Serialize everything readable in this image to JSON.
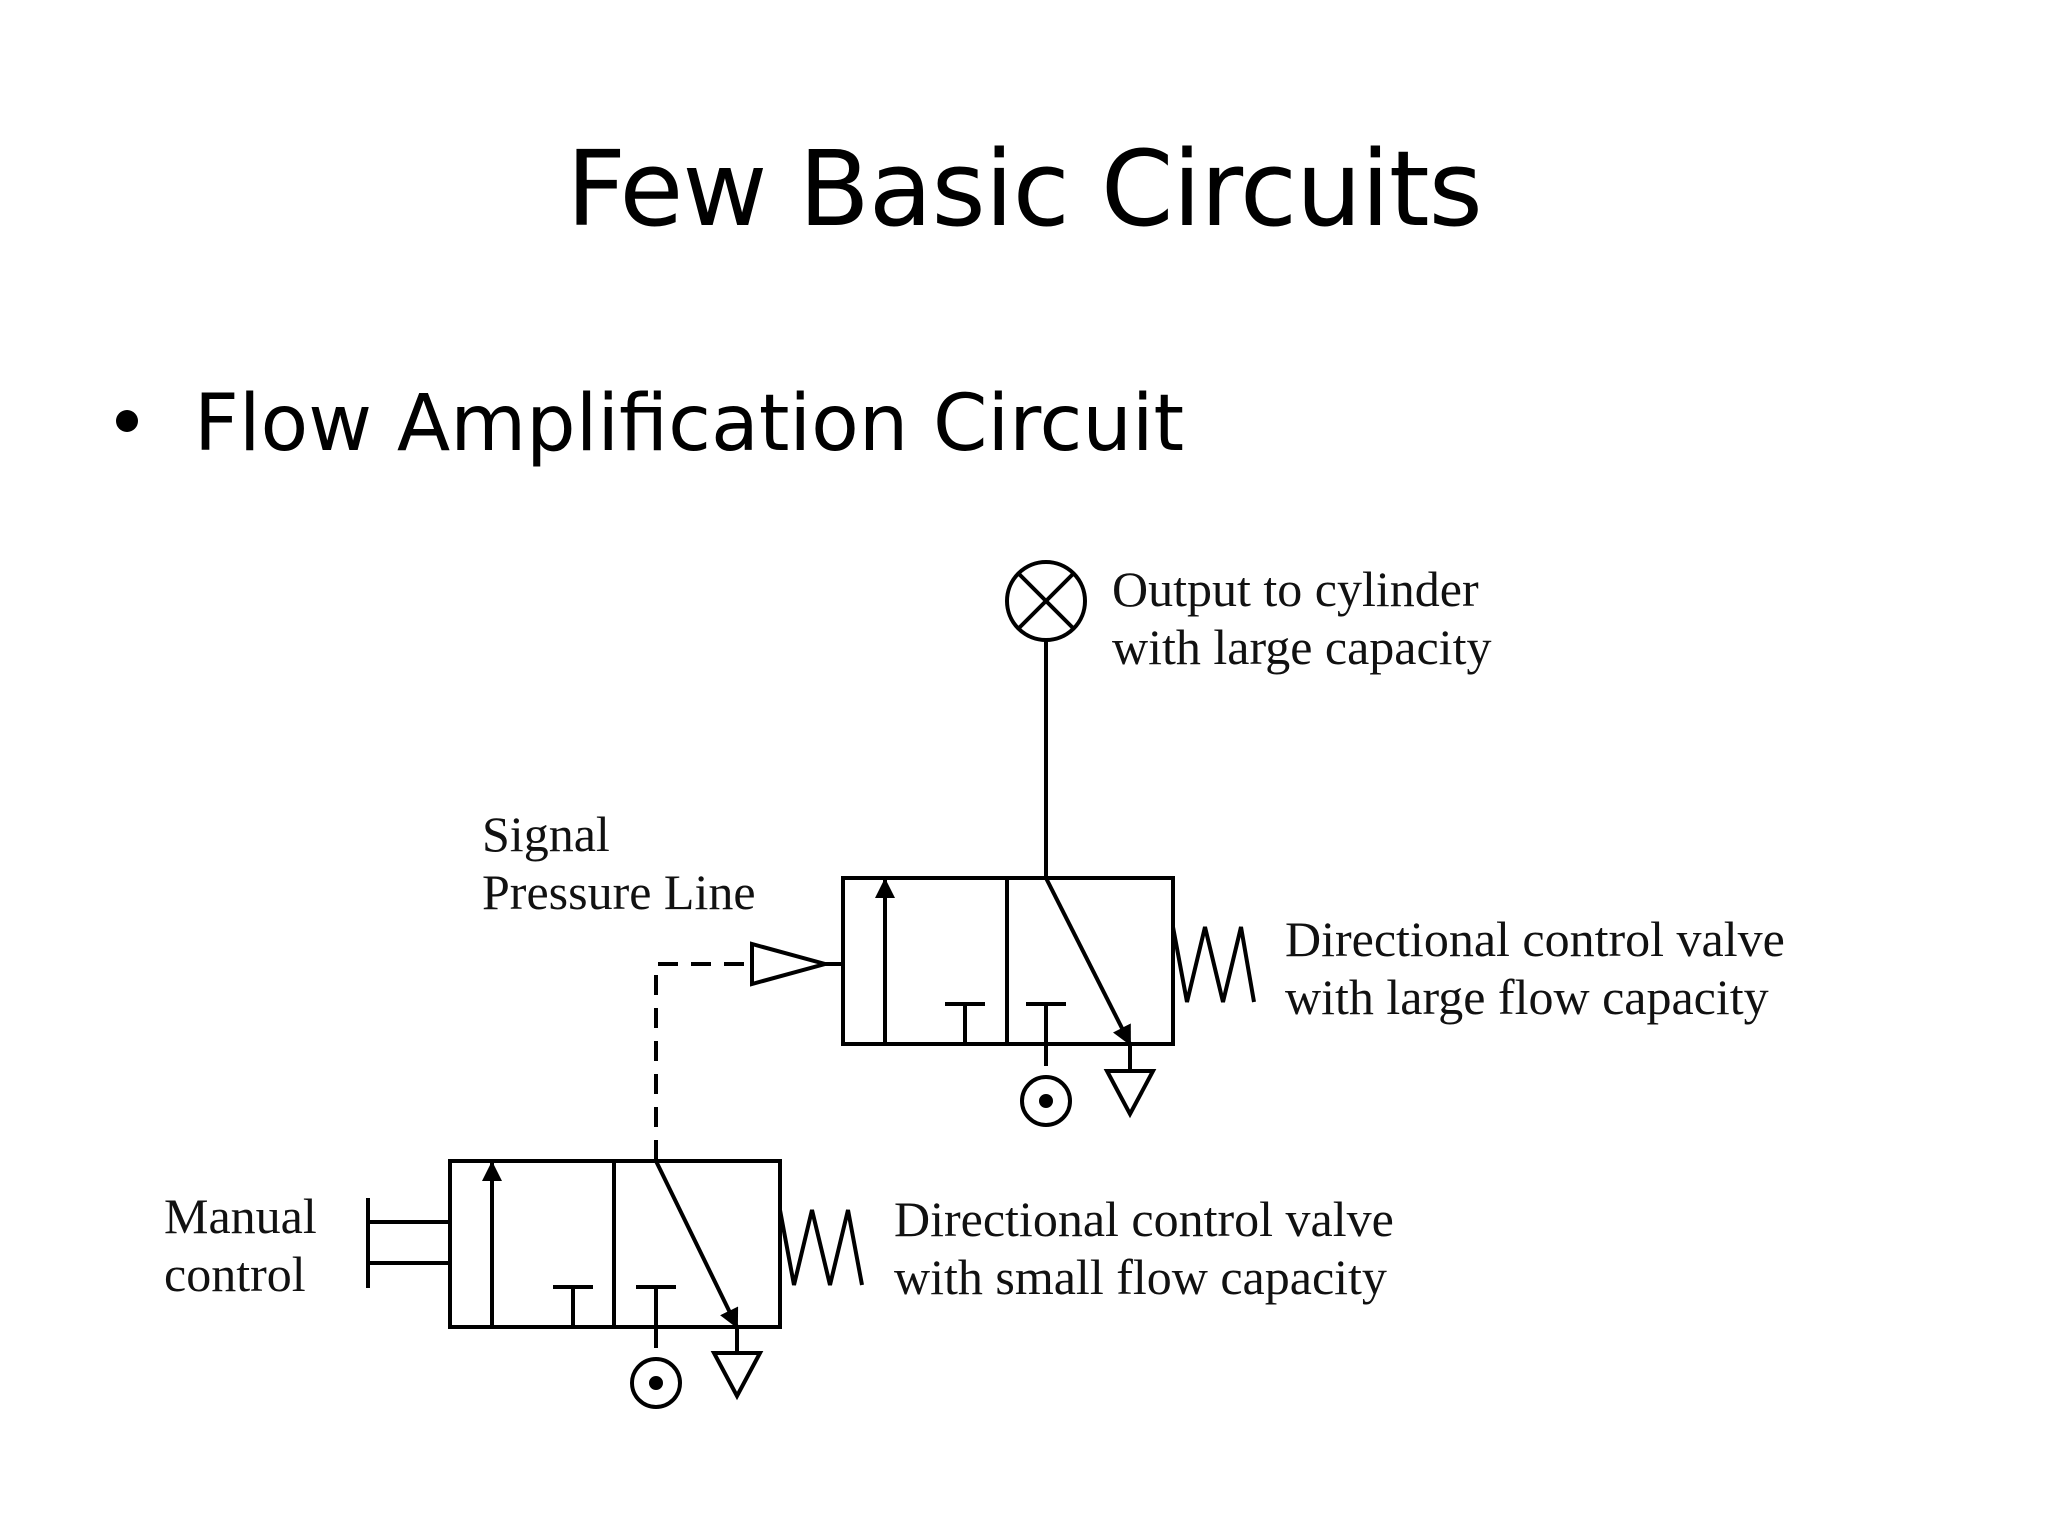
{
  "slide": {
    "title": "Few Basic Circuits",
    "bullet": "Flow Amplification Circuit"
  },
  "diagram": {
    "labels": {
      "output_line1": "Output to cylinder",
      "output_line2": "with large capacity",
      "signal_line1": "Signal",
      "signal_line2": "Pressure Line",
      "large_valve_line1": "Directional control valve",
      "large_valve_line2": "with large flow capacity",
      "manual_line1": "Manual",
      "manual_line2": "control",
      "small_valve_line1": "Directional control valve",
      "small_valve_line2": "with small flow capacity"
    }
  },
  "colors": {
    "background": "#ffffff",
    "ink": "#000000"
  }
}
